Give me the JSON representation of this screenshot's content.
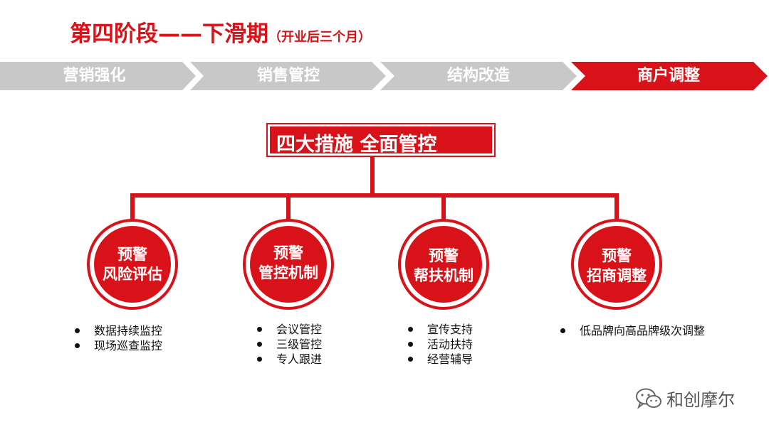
{
  "title": {
    "main": "第四阶段——下滑期",
    "sub": "（开业后三个月）"
  },
  "stages": [
    {
      "label": "营销强化",
      "active": false
    },
    {
      "label": "销售管控",
      "active": false
    },
    {
      "label": "结构改造",
      "active": false
    },
    {
      "label": "商户调整",
      "active": true
    }
  ],
  "center": {
    "label": "四大措施  全面管控"
  },
  "measures": [
    {
      "line1": "预警",
      "line2": "风险评估",
      "items": [
        "数据持续监控",
        "现场巡查监控"
      ]
    },
    {
      "line1": "预警",
      "line2": "管控机制",
      "items": [
        "会议管控",
        "三级管控",
        "专人跟进"
      ]
    },
    {
      "line1": "预警",
      "line2": "帮扶机制",
      "items": [
        "宣传支持",
        "活动扶持",
        "经营辅导"
      ]
    },
    {
      "line1": "预警",
      "line2": "招商调整",
      "items": [
        "低品牌向高品牌级次调整"
      ]
    }
  ],
  "watermark": {
    "text": "和创摩尔",
    "icon": "wechat-icon"
  },
  "colors": {
    "accent": "#d9121a",
    "inactive": "#c8c8c8",
    "ring": "#d9121a"
  }
}
